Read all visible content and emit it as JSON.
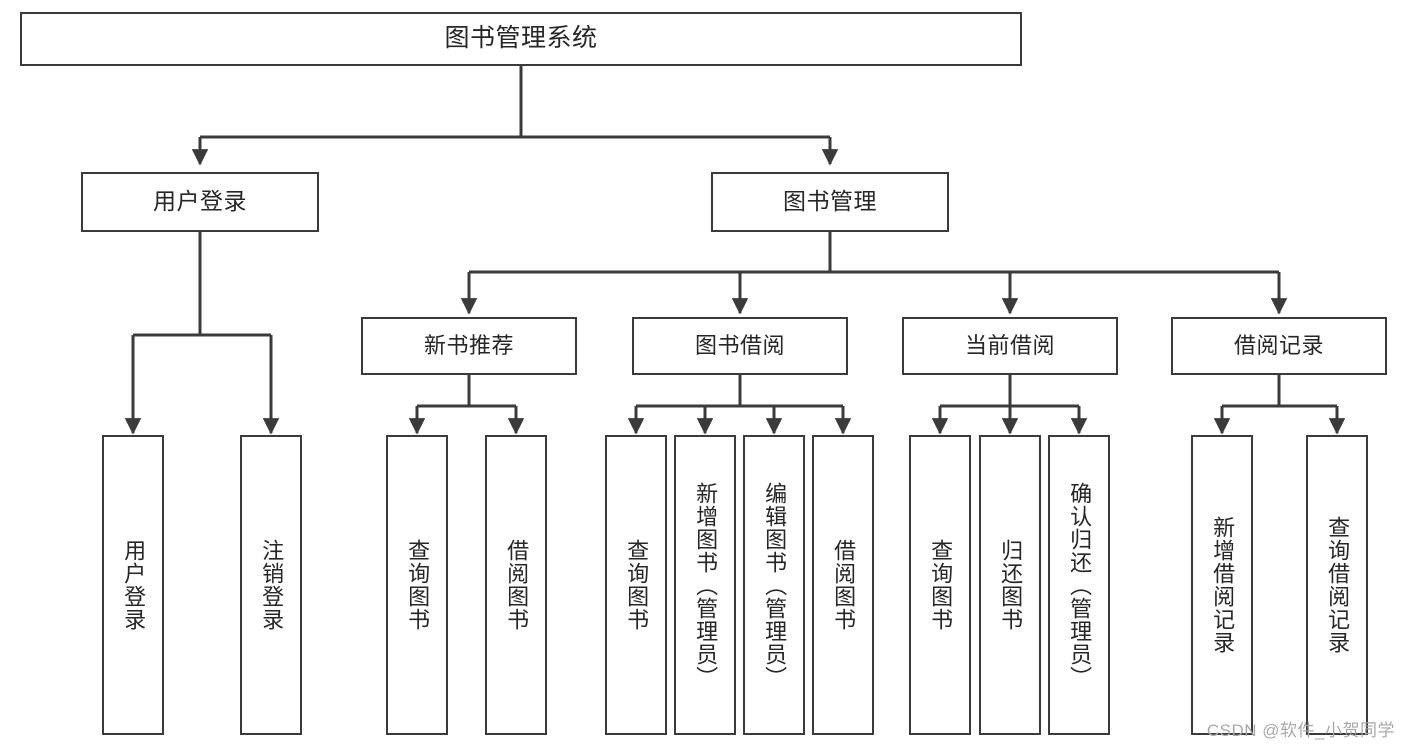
{
  "diagram": {
    "title": "图书管理系统",
    "type": "tree-hierarchy",
    "stroke_color": "#3b3b3b",
    "text_color": "#262626",
    "background_color": "#ffffff",
    "watermark": "CSDN @软件_小贺同学"
  },
  "root": {
    "label": "图书管理系统"
  },
  "level1": [
    {
      "label": "用户登录"
    },
    {
      "label": "图书管理"
    }
  ],
  "level2": [
    {
      "label": "新书推荐"
    },
    {
      "label": "图书借阅"
    },
    {
      "label": "当前借阅"
    },
    {
      "label": "借阅记录"
    }
  ],
  "leaves": {
    "user_login": [
      {
        "label": "用户登录"
      },
      {
        "label": "注销登录"
      }
    ],
    "new_book_recommend": [
      {
        "label": "查询图书"
      },
      {
        "label": "借阅图书"
      }
    ],
    "book_borrow": [
      {
        "label": "查询图书"
      },
      {
        "label": "新增图书（管理员）"
      },
      {
        "label": "编辑图书（管理员）"
      },
      {
        "label": "借阅图书"
      }
    ],
    "current_borrow": [
      {
        "label": "查询图书"
      },
      {
        "label": "归还图书"
      },
      {
        "label": "确认归还（管理员）"
      }
    ],
    "borrow_record": [
      {
        "label": "新增借阅记录"
      },
      {
        "label": "查询借阅记录"
      }
    ]
  }
}
